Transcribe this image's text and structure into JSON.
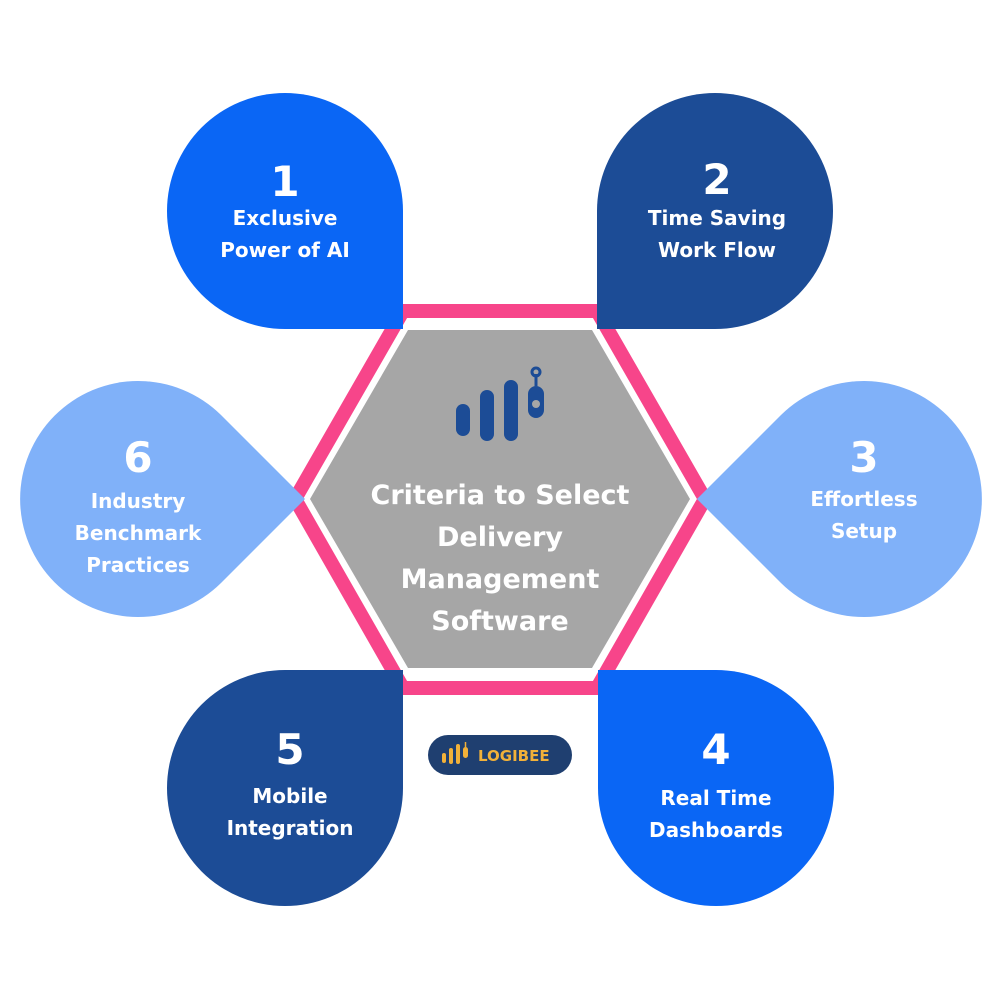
{
  "center": {
    "title_lines": [
      "Criteria to Select",
      "Delivery",
      "Management",
      "Software"
    ],
    "icon": "bar-chart-robot-icon"
  },
  "criteria": [
    {
      "number": "1",
      "lines": [
        "Exclusive",
        "Power of AI"
      ]
    },
    {
      "number": "2",
      "lines": [
        "Time Saving",
        "Work Flow"
      ]
    },
    {
      "number": "3",
      "lines": [
        "Effortless",
        "Setup"
      ]
    },
    {
      "number": "4",
      "lines": [
        "Real Time",
        "Dashboards"
      ]
    },
    {
      "number": "5",
      "lines": [
        "Mobile",
        "Integration"
      ]
    },
    {
      "number": "6",
      "lines": [
        "Industry",
        "Benchmark",
        "Practices"
      ]
    }
  ],
  "brand": {
    "name": "LOGIBEE",
    "icon": "logibee-bars-icon"
  },
  "colors": {
    "bright_blue": "#0a66f5",
    "navy": "#1c4c96",
    "light_blue": "#80b1f9",
    "gray_hex": "#a6a6a6",
    "pink_border": "#f7458a",
    "brand_bg": "#1f3f70",
    "brand_text": "#f2b139"
  }
}
